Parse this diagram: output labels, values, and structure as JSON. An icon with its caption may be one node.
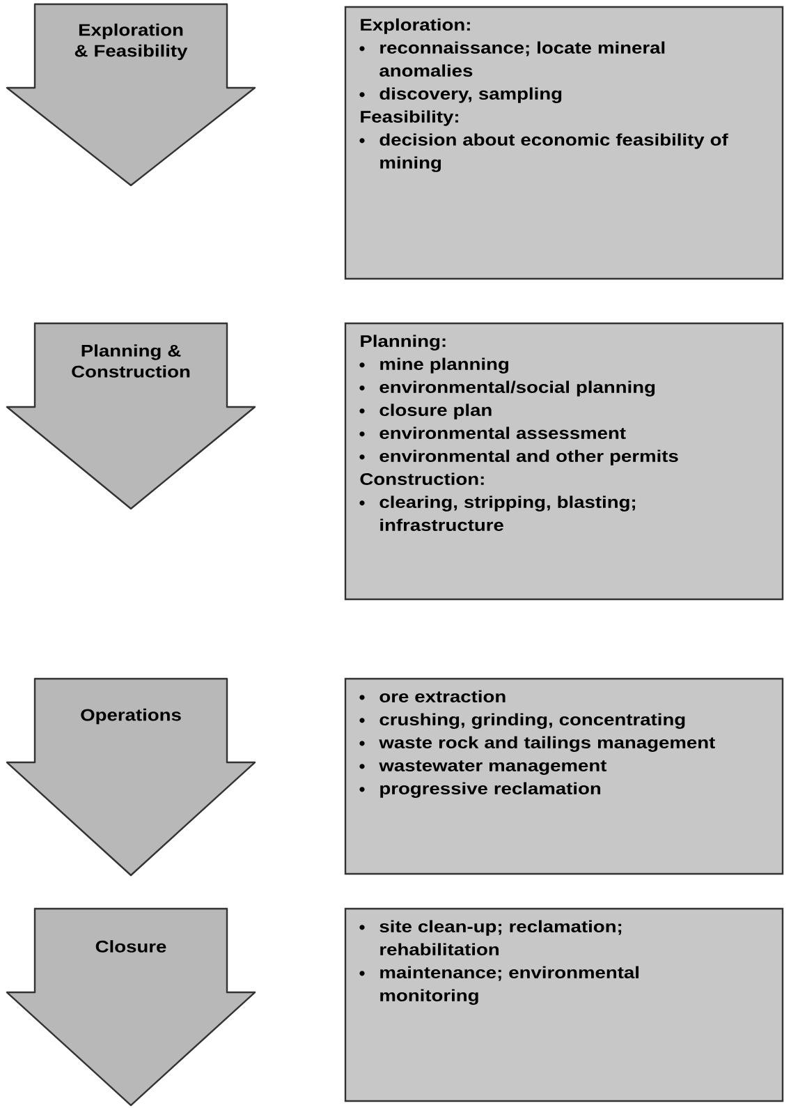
{
  "diagram": {
    "nodes": [
      {
        "text": [
          "Exploration & Feasibility"
        ]
      },
      {
        "text": [
          "Exploration:",
          "reconnaissance; locate mineral anomalies",
          "discovery, sampling",
          "Feasibility:",
          "decision about economic feasibility of mining"
        ]
      },
      {
        "text": [
          "Planning & Construction"
        ]
      },
      {
        "text": [
          "Planning:",
          "mine planning",
          "environmental/social planning",
          "closure plan",
          "environmental assessment",
          "environmental and other permits",
          "Construction:",
          "clearing, stripping, blasting; infrastructure"
        ]
      },
      {
        "text": [
          "Operations"
        ]
      },
      {
        "text": [
          "ore extraction",
          "crushing, grinding, concentrating",
          "waste rock and tailings management",
          "wastewater management",
          "progressive reclamation"
        ]
      },
      {
        "text": [
          "Closure"
        ]
      },
      {
        "text": [
          "site clean-up; reclamation; rehabilitation",
          "maintenance; environmental monitoring"
        ]
      }
    ]
  }
}
